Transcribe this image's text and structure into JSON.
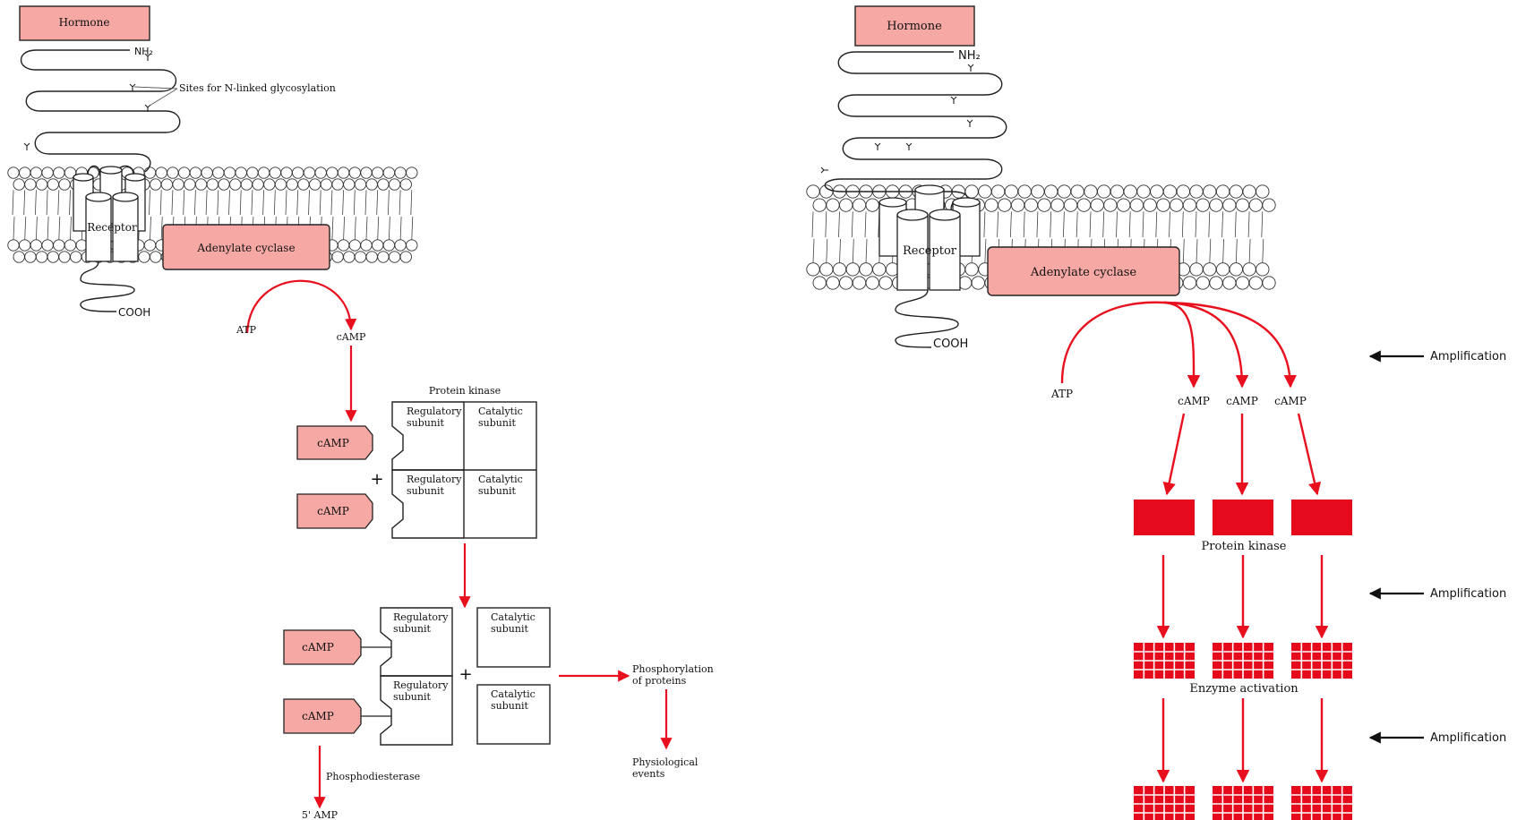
{
  "colors": {
    "box_fill": "#f6a8a4",
    "arrow": "#e8101e",
    "kinase": "#e60b1c",
    "outline": "#222222"
  },
  "left": {
    "hormone": "Hormone",
    "nh2": "NH₂",
    "glyco_label": "Sites for N-linked glycosylation",
    "receptor": "Receptor",
    "adenylate_cyclase": "Adenylate cyclase",
    "cooh": "COOH",
    "atp": "ATP",
    "camp_product": "cAMP",
    "protein_kinase_title": "Protein kinase",
    "regulatory_subunit": [
      "Regulatory",
      "subunit"
    ],
    "catalytic_subunit": [
      "Catalytic",
      "subunit"
    ],
    "camp_tag": "cAMP",
    "plus": "+",
    "phosphorylation": [
      "Phosphorylation",
      "of proteins"
    ],
    "physiological": [
      "Physiological",
      "events"
    ],
    "phosphodiesterase": "Phosphodiesterase",
    "five_amp": "5' AMP"
  },
  "right": {
    "hormone": "Hormone",
    "nh2": "NH₂",
    "receptor": "Receptor",
    "adenylate_cyclase": "Adenylate cyclase",
    "cooh": "COOH",
    "atp": "ATP",
    "camp_labels": [
      "cAMP",
      "cAMP",
      "cAMP"
    ],
    "protein_kinase": "Protein kinase",
    "enzyme_activation": "Enzyme activation",
    "amplification": [
      "Amplification",
      "Amplification",
      "Amplification"
    ]
  }
}
